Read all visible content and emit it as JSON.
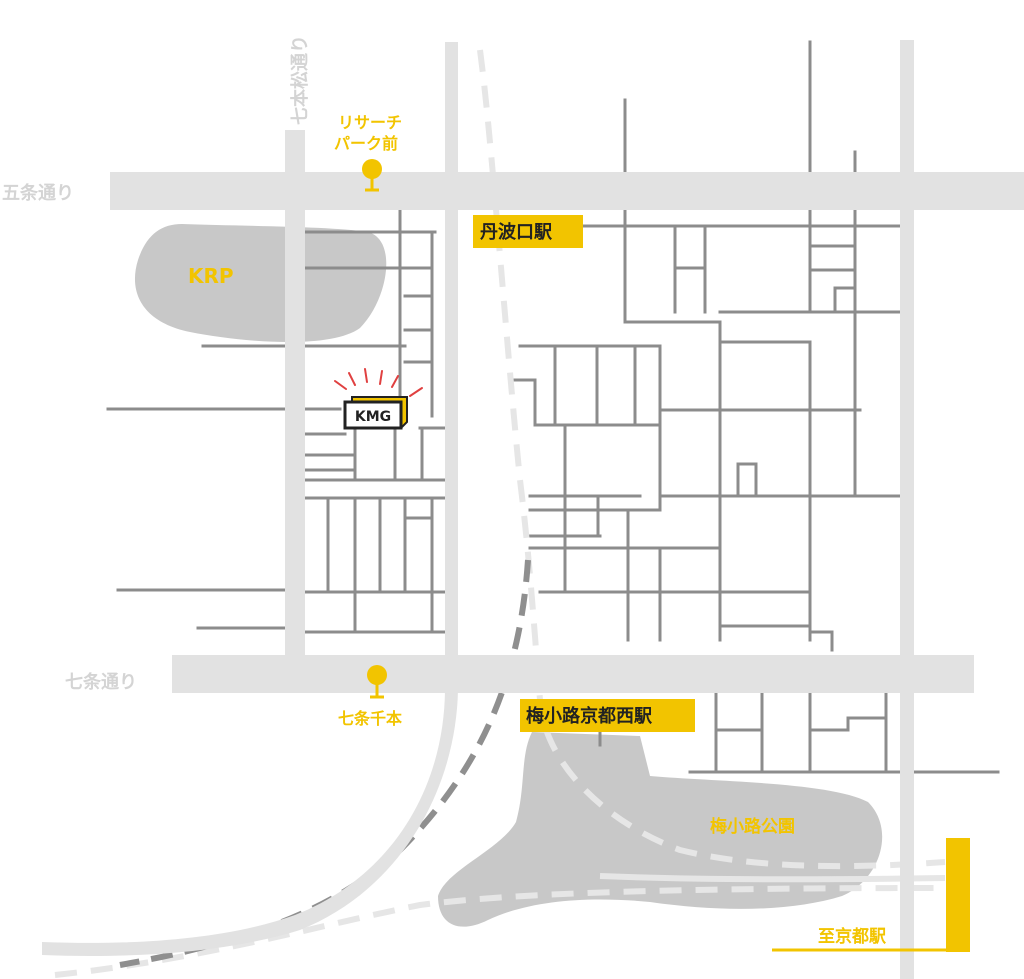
{
  "colors": {
    "road_major": "#e2e2e2",
    "road_minor": "#8c8c8c",
    "area": "#c8c8c8",
    "accent": "#f2c400",
    "rail_jr": "#e6e6e6",
    "rail_subway": "#8f8f8f",
    "street_label": "#d4d4d4"
  },
  "streets": {
    "gojo": "五条通り",
    "shichijo": "七条通り",
    "shichihonmatsu": "七本松通り"
  },
  "bus_stops": {
    "research_park_line1": "リサーチ",
    "research_park_line2": "パーク前",
    "shichijo_senbon": "七条千本"
  },
  "areas": {
    "krp": "KRP",
    "umekoji_park": "梅小路公園"
  },
  "stations": {
    "tambaguchi": "丹波口駅",
    "umekoji_kyoto_nishi": "梅小路京都西駅",
    "kyoto": "至京都駅"
  },
  "landmark": {
    "logo_text": "KMG",
    "icon": "building-marker-icon"
  }
}
